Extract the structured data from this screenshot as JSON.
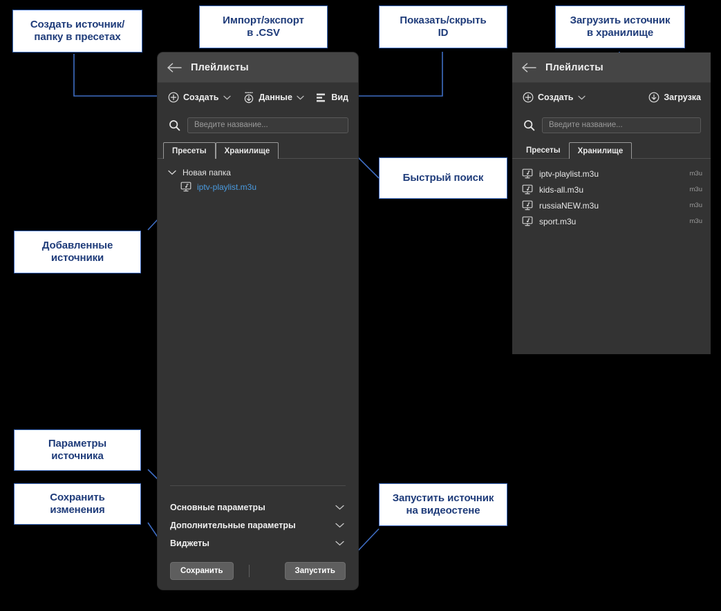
{
  "callouts": [
    {
      "id": "create-source",
      "lines": [
        "Создать источник/",
        "папку в пресетах"
      ]
    },
    {
      "id": "import-export",
      "lines": [
        "Импорт/экспорт",
        "в .CSV"
      ]
    },
    {
      "id": "show-hide-id",
      "lines": [
        "Показать/скрыть",
        "ID"
      ]
    },
    {
      "id": "upload-source",
      "lines": [
        "Загрузить источник",
        "в хранилище"
      ]
    },
    {
      "id": "quick-search",
      "lines": [
        "Быстрый поиск"
      ]
    },
    {
      "id": "added-sources",
      "lines": [
        "Добавленные",
        "источники"
      ]
    },
    {
      "id": "source-params",
      "lines": [
        "Параметры",
        "источника"
      ]
    },
    {
      "id": "save-changes",
      "lines": [
        "Сохранить",
        "изменения"
      ]
    },
    {
      "id": "run-on-videowall",
      "lines": [
        "Запустить источник",
        "на видеостене"
      ]
    }
  ],
  "left_panel": {
    "title": "Плейлисты",
    "back_icon": "arrow-left-icon",
    "toolbar": {
      "create_label": "Создать",
      "create_icon": "plus-circle-icon",
      "data_label": "Данные",
      "data_icon": "import-export-icon",
      "view_label": "Вид",
      "view_icon": "list-view-icon",
      "caret_icon": "chevron-down-icon"
    },
    "search": {
      "icon": "search-icon",
      "placeholder": "Введите название...",
      "value": ""
    },
    "tabs": [
      {
        "label": "Пресеты",
        "active": true
      },
      {
        "label": "Хранилище",
        "active": false
      }
    ],
    "tree": {
      "folder": {
        "label": "Новая папка",
        "expand_icon": "chevron-down-icon"
      },
      "items": [
        {
          "name": "iptv-playlist.m3u",
          "icon": "media-screen-icon",
          "selected": true
        }
      ]
    },
    "accordions": [
      {
        "label": "Основные параметры",
        "icon": "chevron-down-icon"
      },
      {
        "label": "Дополнительные параметры",
        "icon": "chevron-down-icon"
      },
      {
        "label": "Виджеты",
        "icon": "chevron-down-icon"
      }
    ],
    "buttons": {
      "save": "Сохранить",
      "run": "Запустить"
    }
  },
  "right_panel": {
    "title": "Плейлисты",
    "back_icon": "arrow-left-icon",
    "toolbar": {
      "create_label": "Создать",
      "create_icon": "plus-circle-icon",
      "caret_icon": "chevron-down-icon",
      "upload_label": "Загрузка",
      "upload_icon": "download-circle-icon"
    },
    "search": {
      "icon": "search-icon",
      "placeholder": "Введите название...",
      "value": ""
    },
    "tabs": [
      {
        "label": "Пресеты",
        "active": false
      },
      {
        "label": "Хранилище",
        "active": true
      }
    ],
    "storage_items": [
      {
        "name": "iptv-playlist.m3u",
        "ext": "m3u",
        "icon": "media-screen-icon"
      },
      {
        "name": "kids-all.m3u",
        "ext": "m3u",
        "icon": "media-screen-icon"
      },
      {
        "name": "russiaNEW.m3u",
        "ext": "m3u",
        "icon": "media-screen-icon"
      },
      {
        "name": "sport.m3u",
        "ext": "m3u",
        "icon": "media-screen-icon"
      }
    ]
  },
  "colors": {
    "background": "#000000",
    "panel": "#333333",
    "panel_header": "#454545",
    "callout_border": "#3f6ec4",
    "callout_text": "#1f3c7a",
    "connector": "#3f6ec4",
    "link": "#4a9be0",
    "button": "#5e5e5e"
  }
}
